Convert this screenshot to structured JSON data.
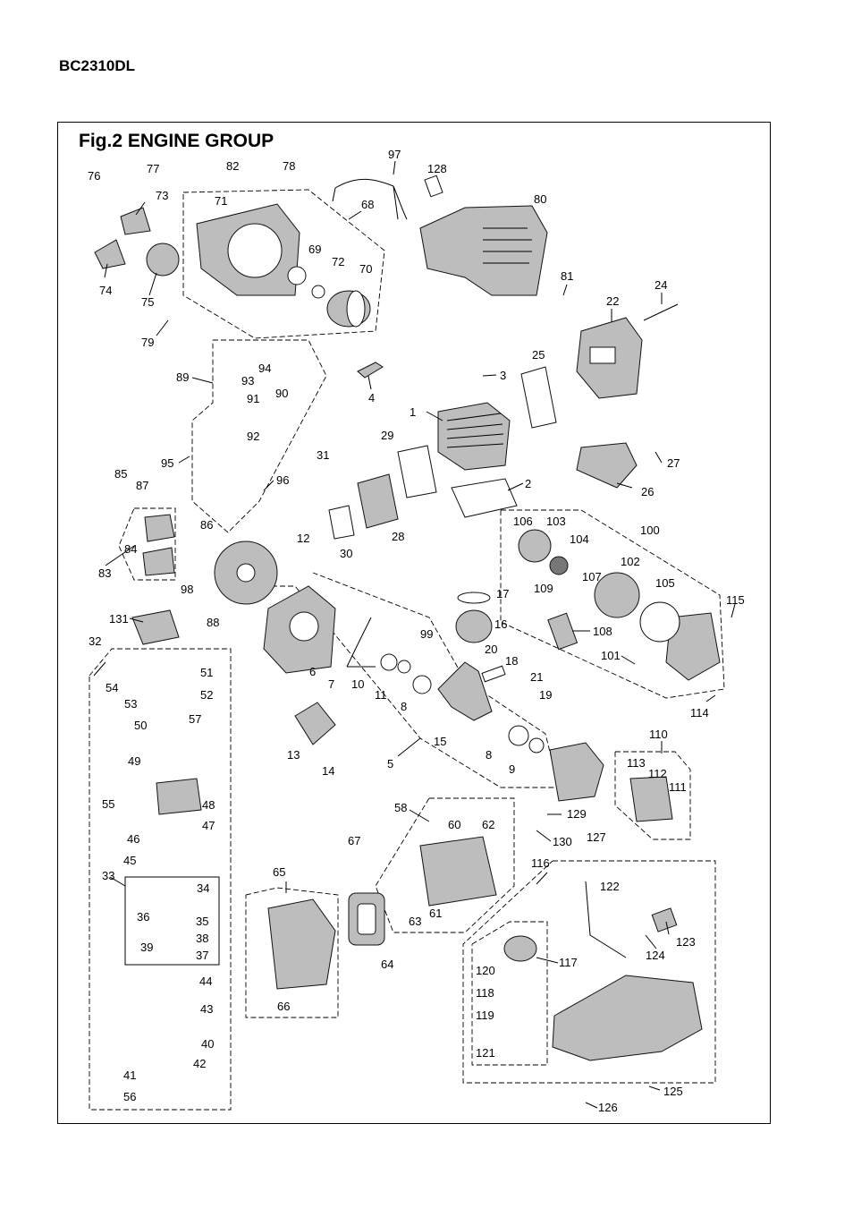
{
  "header": {
    "model": "BC2310DL"
  },
  "figure": {
    "title": "Fig.2  ENGINE GROUP"
  },
  "callouts": [
    "1",
    "2",
    "3",
    "4",
    "5",
    "6",
    "7",
    "8",
    "8",
    "9",
    "10",
    "11",
    "12",
    "13",
    "14",
    "15",
    "16",
    "17",
    "18",
    "19",
    "20",
    "21",
    "22",
    "24",
    "25",
    "26",
    "27",
    "28",
    "29",
    "30",
    "31",
    "32",
    "33",
    "34",
    "35",
    "36",
    "37",
    "38",
    "39",
    "40",
    "41",
    "42",
    "43",
    "44",
    "45",
    "46",
    "47",
    "48",
    "49",
    "50",
    "51",
    "52",
    "53",
    "54",
    "55",
    "56",
    "57",
    "58",
    "60",
    "61",
    "62",
    "63",
    "64",
    "65",
    "66",
    "67",
    "68",
    "69",
    "70",
    "71",
    "72",
    "73",
    "74",
    "75",
    "76",
    "77",
    "78",
    "79",
    "80",
    "81",
    "82",
    "83",
    "84",
    "85",
    "86",
    "87",
    "88",
    "89",
    "90",
    "91",
    "92",
    "93",
    "94",
    "95",
    "96",
    "97",
    "98",
    "99",
    "100",
    "101",
    "102",
    "103",
    "104",
    "105",
    "106",
    "107",
    "108",
    "109",
    "110",
    "111",
    "112",
    "113",
    "114",
    "115",
    "116",
    "117",
    "118",
    "119",
    "120",
    "121",
    "122",
    "123",
    "124",
    "125",
    "126",
    "127",
    "128",
    "129",
    "130",
    "131"
  ]
}
